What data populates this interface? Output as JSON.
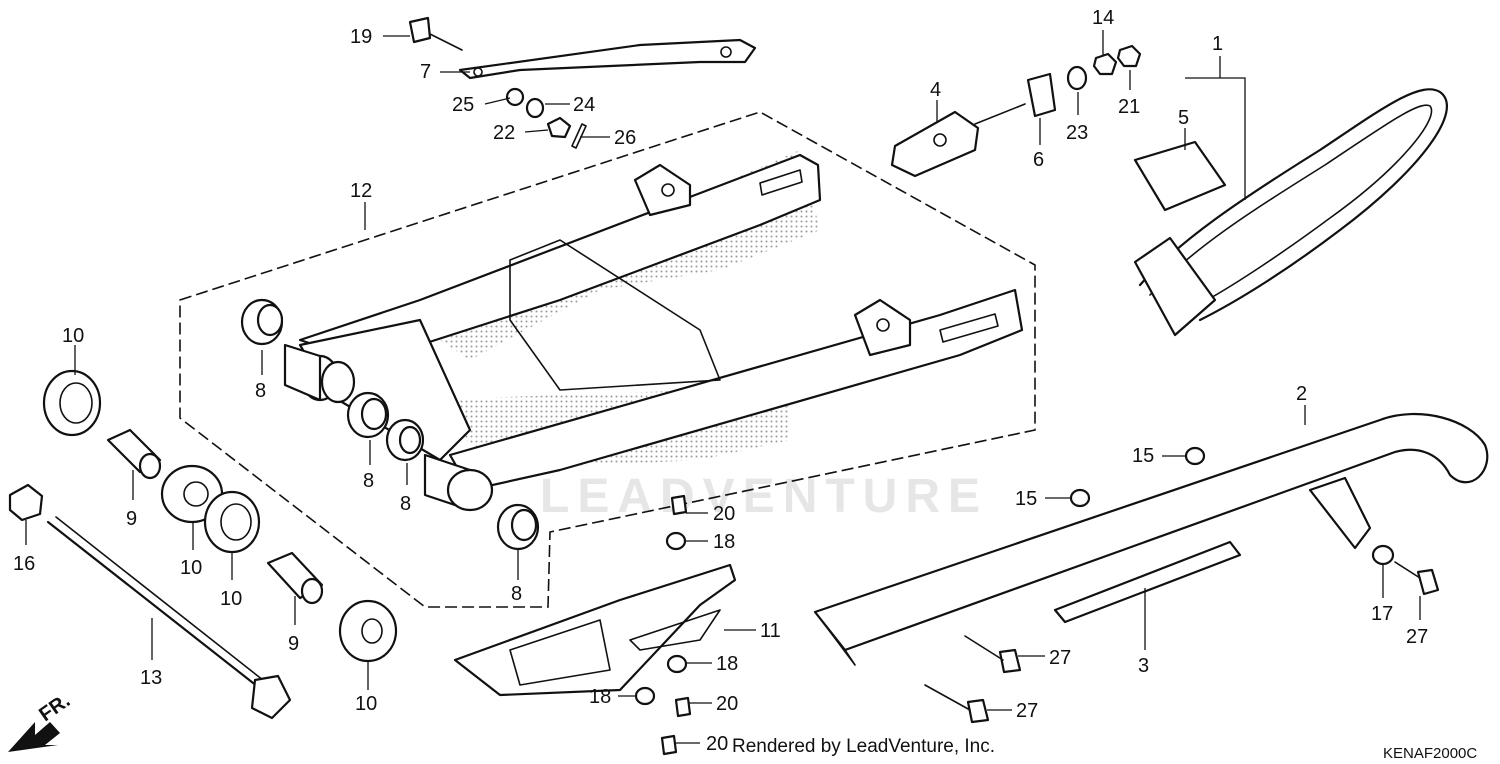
{
  "diagram": {
    "watermark_text": "LEADVENTURE",
    "rendered_by": "Rendered by LeadVenture, Inc.",
    "diagram_code": "KENAF2000C",
    "front_indicator": "FR.",
    "callouts": {
      "c1": "1",
      "c2": "2",
      "c3": "3",
      "c4": "4",
      "c5": "5",
      "c6": "6",
      "c7": "7",
      "c8a": "8",
      "c8b": "8",
      "c8c": "8",
      "c8d": "8",
      "c9a": "9",
      "c9b": "9",
      "c10a": "10",
      "c10b": "10",
      "c10c": "10",
      "c10d": "10",
      "c11": "11",
      "c12": "12",
      "c13": "13",
      "c14": "14",
      "c15a": "15",
      "c15b": "15",
      "c16": "16",
      "c17": "17",
      "c18a": "18",
      "c18b": "18",
      "c18c": "18",
      "c19": "19",
      "c20a": "20",
      "c20b": "20",
      "c20c": "20",
      "c21": "21",
      "c22": "22",
      "c23": "23",
      "c24": "24",
      "c25": "25",
      "c26": "26",
      "c27a": "27",
      "c27b": "27",
      "c27c": "27"
    }
  }
}
